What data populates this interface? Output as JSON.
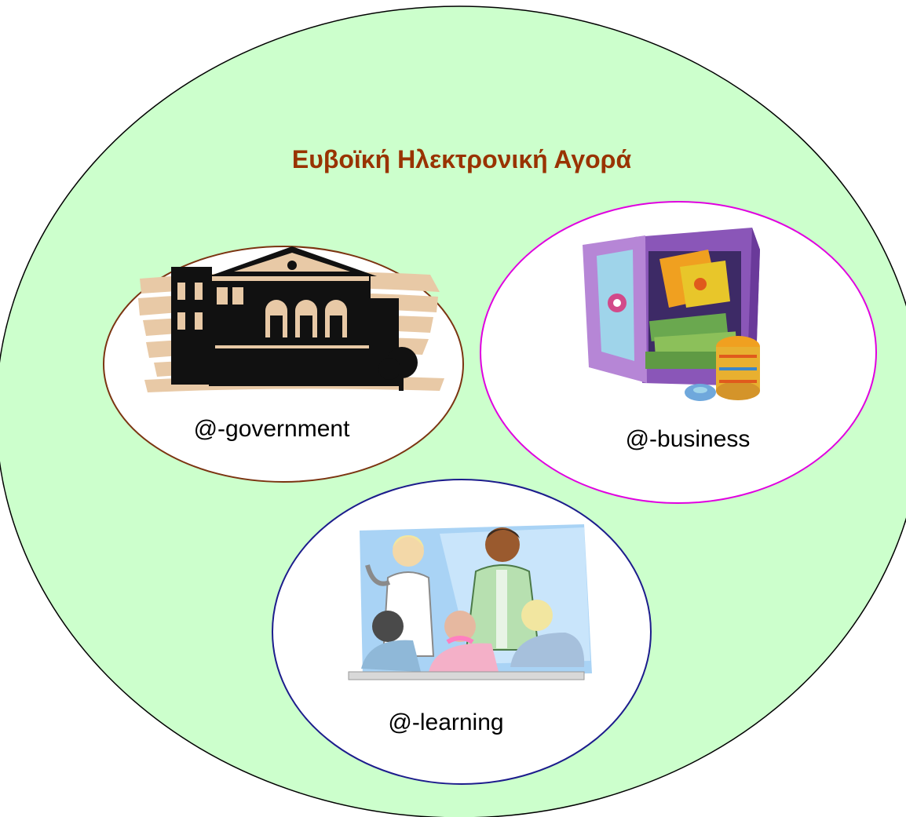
{
  "diagram": {
    "title": "Ευβοϊκή Ηλεκτρονική Αγορά",
    "nodes": [
      {
        "id": "government",
        "label": "@-government",
        "icon": "government-building-icon",
        "border_color": "#7b3411"
      },
      {
        "id": "business",
        "label": "@-business",
        "icon": "money-safe-icon",
        "border_color": "#e000e0"
      },
      {
        "id": "learning",
        "label": "@-learning",
        "icon": "classroom-icon",
        "border_color": "#1c1c8c"
      }
    ]
  },
  "colors": {
    "outer_fill": "#ccffcc",
    "title_color": "#993300",
    "inner_fill": "#ffffff",
    "text_color": "#000000"
  }
}
